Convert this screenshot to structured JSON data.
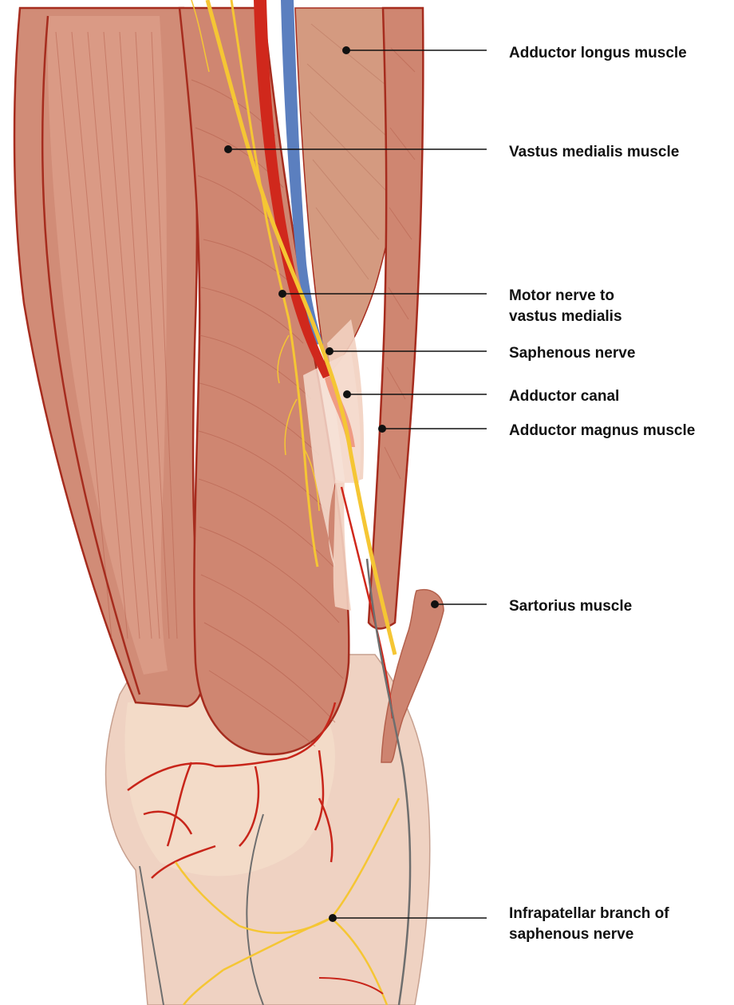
{
  "labels": [
    {
      "key": "adductor-longus",
      "lines": [
        "Adductor longus muscle"
      ]
    },
    {
      "key": "vastus-medialis",
      "lines": [
        "Vastus medialis muscle"
      ]
    },
    {
      "key": "motor-nerve",
      "lines": [
        "Motor nerve to",
        "vastus medialis"
      ]
    },
    {
      "key": "saphenous-nerve",
      "lines": [
        "Saphenous nerve"
      ]
    },
    {
      "key": "adductor-canal",
      "lines": [
        "Adductor canal"
      ]
    },
    {
      "key": "adductor-magnus",
      "lines": [
        "Adductor magnus muscle"
      ]
    },
    {
      "key": "sartorius",
      "lines": [
        "Sartorius muscle"
      ]
    },
    {
      "key": "infrapatellar-branch",
      "lines": [
        "Infrapatellar branch of",
        "saphenous nerve"
      ]
    }
  ],
  "colors": {
    "muscle": "#c97b68",
    "muscle_light": "#d99a86",
    "muscle_outline": "#a62c1e",
    "tendon": "#ebc3ac",
    "artery": "#d0281c",
    "vein": "#5b7fbf",
    "nerve": "#f5c634",
    "canal": "#f3d3c4",
    "grey_line": "#6e6e6e"
  }
}
